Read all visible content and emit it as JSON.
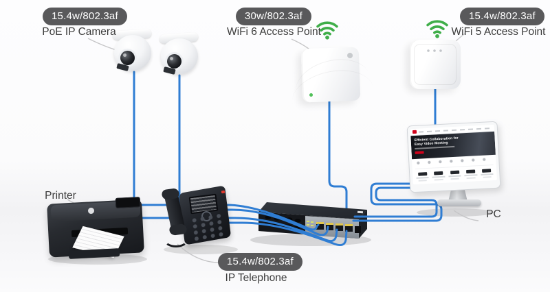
{
  "diagram_title": "PoE network topology illustration",
  "colors": {
    "cable_blue": "#2f7dd3",
    "badge_background": "#59595b",
    "wifi_green": "#3fae49",
    "label_text": "#3b3b3b",
    "switch_port_yellow": "#e3c84e"
  },
  "devices": {
    "poe_camera": {
      "badge": "15.4w/802.3af",
      "label": "PoE IP Camera",
      "count": 2
    },
    "wifi6_ap": {
      "badge": "30w/802.3af",
      "label": "WiFi 6 Access Point",
      "icon": "wifi-icon"
    },
    "wifi5_ap": {
      "badge": "15.4w/802.3af",
      "label": "WiFi 5 Access Point",
      "icon": "wifi-icon"
    },
    "printer": {
      "label": "Printer"
    },
    "ip_telephone": {
      "badge": "15.4w/802.3af",
      "label": "IP Telephone"
    },
    "pc": {
      "label": "PC"
    },
    "switch": {
      "label_visible": false
    }
  },
  "pc_screen": {
    "headline": "Efficient Collaboration for Easy Video Meeting"
  }
}
